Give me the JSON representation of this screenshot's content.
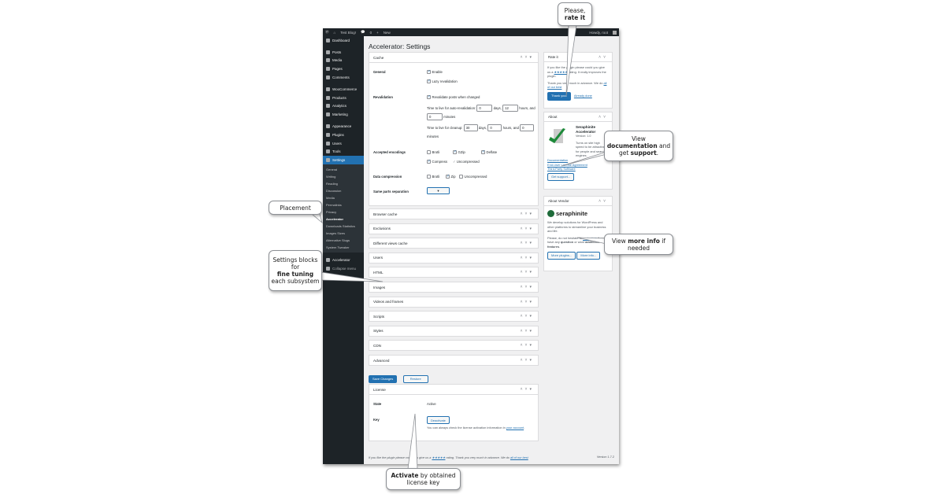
{
  "adminbar": {
    "site": "Test Blog!",
    "comments": "0",
    "new": "New",
    "howdy": "Howdy, root"
  },
  "sidebar": {
    "items": [
      "Dashboard",
      "Posts",
      "Media",
      "Pages",
      "Comments",
      "WooCommerce",
      "Products",
      "Analytics",
      "Marketing",
      "Appearance",
      "Plugins",
      "Users",
      "Tools",
      "Settings"
    ],
    "submenu": [
      "General",
      "Writing",
      "Reading",
      "Discussion",
      "Media",
      "Permalinks",
      "Privacy",
      "Accelerator",
      "Downloads Statistics",
      "Images Sizes",
      "Alternative Slugs",
      "System Tweaker"
    ],
    "bottom": [
      "Accelerator",
      "Collapse menu"
    ]
  },
  "page": {
    "title": "Accelerator: Settings"
  },
  "cache": {
    "title": "Cache",
    "general_label": "General",
    "enable": "Enable",
    "lazy": "Lazy revalidation",
    "revalidation_label": "Revalidation",
    "revalidate_posts": "Revalidate posts when changed",
    "ttl_auto": "Time to live for auto-revalidation:",
    "ttl_auto_days": "0",
    "days": "days,",
    "ttl_auto_hours": "12",
    "hours": "hours,",
    "and": "and",
    "ttl_auto_minutes": "0",
    "minutes": "minutes",
    "ttl_cleanup": "Time to live for cleanup:",
    "ttl_cleanup_days": "30",
    "ttl_cleanup_hours": "0",
    "hours_and": "hours, and",
    "ttl_cleanup_minutes": "0",
    "encodings_label": "Accepted encodings",
    "brotli": "Brotli",
    "gzip": "GZip",
    "deflate": "Deflate",
    "compress": "Compress",
    "uncompressed": "Uncompressed",
    "compression_label": "Data compression",
    "zip": "Zip",
    "sep_label": "Same parts separation",
    "sep_value": "▾"
  },
  "panels": [
    "Browser cache",
    "Exclusions",
    "Different views cache",
    "Users",
    "HTML",
    "Images",
    "Videos and frames",
    "Scripts",
    "Styles",
    "CDN",
    "Advanced"
  ],
  "buttons": {
    "save": "Save Changes",
    "restore": "Restore"
  },
  "license": {
    "title": "License",
    "state_label": "State",
    "state": "Active",
    "key_label": "Key",
    "deactivate": "Deactivate",
    "info": "You can always check the license activation information in",
    "info_link": "your account",
    "info_end": "."
  },
  "rate": {
    "title": "Rate it",
    "text1": "If you like the plugin please could you give us a",
    "stars": "★★★★★",
    "text2": "rating. It really improves the plugin.",
    "thanks": "Thank you very much in advance. We do",
    "thanks_link": "all of our best",
    "thank_btn": "Thank you!",
    "already": "Already done"
  },
  "about": {
    "title": "About",
    "name": "Seraphinite Accelerator",
    "version": "Version: 1.0",
    "desc": "Turns on site high speed to be attractive for people and search engines.",
    "links": [
      "Documentation",
      "End-User License Agreement",
      "Third-Party Software"
    ],
    "support": "Get support..."
  },
  "vendor": {
    "title": "About Vendor",
    "logo": "seraphinite",
    "desc": "We develop solutions for WordPress and other platforms to streamline your business and life.",
    "contact1": "Please, do not hesitate to",
    "contact_link": "contact us",
    "contact2": "if you have any",
    "question": "question",
    "contact3": "or want",
    "additional": "additional features",
    "contact4": ".",
    "more_plugins": "More plugins...",
    "more_info": "More info..."
  },
  "footer": {
    "text1": "If you like the plugin please could you give us a",
    "stars": "★★★★★",
    "text2": "rating. Thank you very much in advance. We do",
    "link": "all of our best",
    "version": "Version 1.7.2"
  },
  "callouts": {
    "rate_a": "Please,",
    "rate_b": "rate it",
    "doc_a": "View",
    "doc_b": "documentation",
    "doc_c": "and get",
    "doc_d": "support",
    "doc_e": ".",
    "more_a": "View",
    "more_b": "more info",
    "more_c": "if needed",
    "placement": "Placement",
    "blocks_a": "Settings blocks for",
    "blocks_b": "fine tuning",
    "blocks_c": "each subsystem",
    "activate_a": "Activate",
    "activate_b": "by obtained license key"
  },
  "colors": {
    "accent": "#2271b1",
    "sidebar": "#1d2327",
    "background": "#f0f0f1"
  }
}
